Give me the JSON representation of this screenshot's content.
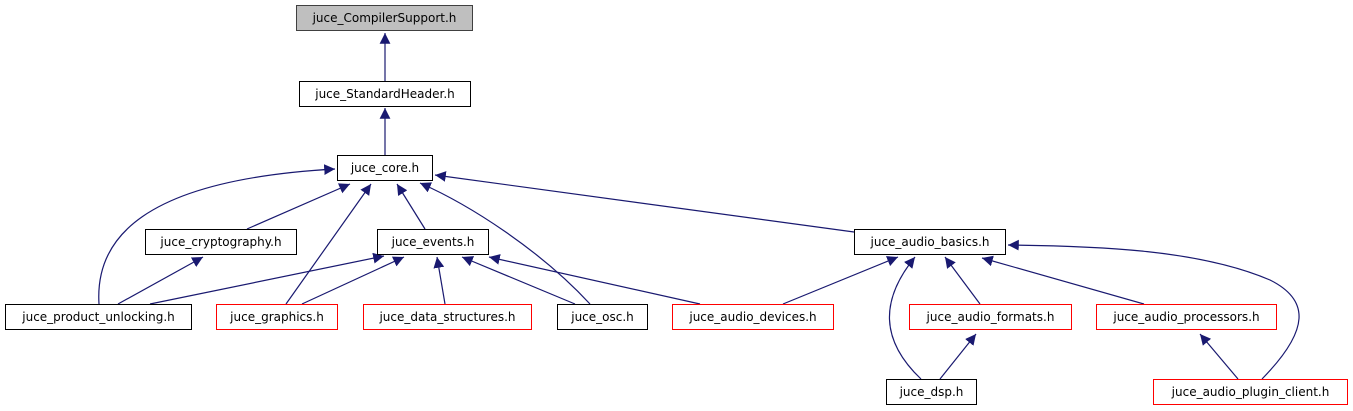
{
  "diagram": {
    "title": "include dependency graph",
    "colors": {
      "edge": "#191970",
      "normal_border": "#000000",
      "external_border": "#ff0000",
      "root_fill": "#bfbfbf"
    },
    "nodes": [
      {
        "id": "compiler_support",
        "label": "juce_CompilerSupport.h",
        "kind": "root"
      },
      {
        "id": "standard_header",
        "label": "juce_StandardHeader.h",
        "kind": "normal"
      },
      {
        "id": "core",
        "label": "juce_core.h",
        "kind": "normal"
      },
      {
        "id": "cryptography",
        "label": "juce_cryptography.h",
        "kind": "normal"
      },
      {
        "id": "events",
        "label": "juce_events.h",
        "kind": "normal"
      },
      {
        "id": "audio_basics",
        "label": "juce_audio_basics.h",
        "kind": "normal"
      },
      {
        "id": "product_unlocking",
        "label": "juce_product_unlocking.h",
        "kind": "normal"
      },
      {
        "id": "graphics",
        "label": "juce_graphics.h",
        "kind": "external"
      },
      {
        "id": "data_structures",
        "label": "juce_data_structures.h",
        "kind": "external"
      },
      {
        "id": "osc",
        "label": "juce_osc.h",
        "kind": "normal"
      },
      {
        "id": "audio_devices",
        "label": "juce_audio_devices.h",
        "kind": "external"
      },
      {
        "id": "audio_formats",
        "label": "juce_audio_formats.h",
        "kind": "external"
      },
      {
        "id": "audio_processors",
        "label": "juce_audio_processors.h",
        "kind": "external"
      },
      {
        "id": "dsp",
        "label": "juce_dsp.h",
        "kind": "normal"
      },
      {
        "id": "audio_plugin_client",
        "label": "juce_audio_plugin_client.h",
        "kind": "external"
      }
    ],
    "edges": [
      {
        "from": "standard_header",
        "to": "compiler_support"
      },
      {
        "from": "core",
        "to": "standard_header"
      },
      {
        "from": "cryptography",
        "to": "core"
      },
      {
        "from": "product_unlocking",
        "to": "core"
      },
      {
        "from": "graphics",
        "to": "core"
      },
      {
        "from": "events",
        "to": "core"
      },
      {
        "from": "osc",
        "to": "core"
      },
      {
        "from": "audio_basics",
        "to": "core"
      },
      {
        "from": "product_unlocking",
        "to": "cryptography"
      },
      {
        "from": "product_unlocking",
        "to": "events"
      },
      {
        "from": "graphics",
        "to": "events"
      },
      {
        "from": "data_structures",
        "to": "events"
      },
      {
        "from": "osc",
        "to": "events"
      },
      {
        "from": "audio_devices",
        "to": "events"
      },
      {
        "from": "audio_devices",
        "to": "audio_basics"
      },
      {
        "from": "dsp",
        "to": "audio_basics"
      },
      {
        "from": "audio_formats",
        "to": "audio_basics"
      },
      {
        "from": "audio_processors",
        "to": "audio_basics"
      },
      {
        "from": "audio_plugin_client",
        "to": "audio_basics"
      },
      {
        "from": "dsp",
        "to": "audio_formats"
      },
      {
        "from": "audio_plugin_client",
        "to": "audio_processors"
      }
    ]
  }
}
